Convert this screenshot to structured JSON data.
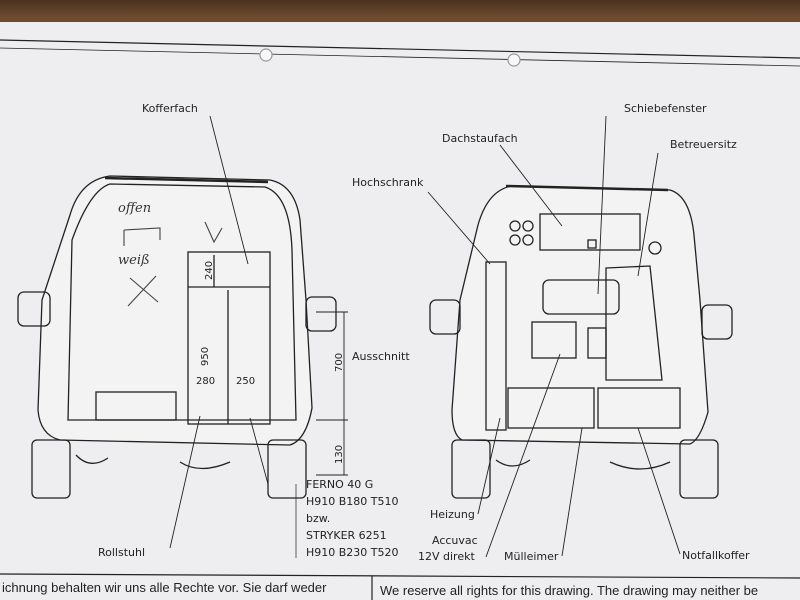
{
  "labels": {
    "kofferfach": "Kofferfach",
    "hochschrank": "Hochschrank",
    "dachstaufach": "Dachstaufach",
    "schiebefenster": "Schiebefenster",
    "betreuersitz": "Betreuersitz",
    "ausschnitt": "Ausschnitt",
    "rollstuhl": "Rollstuhl",
    "heizung": "Heizung",
    "accuvac_1": "Accuvac",
    "accuvac_2": "12V direkt",
    "muelleimer": "Mülleimer",
    "notfallkoffer": "Notfallkoffer"
  },
  "dimensions": {
    "d240": "240",
    "d950": "950",
    "d280": "280",
    "d250": "250",
    "d700": "700",
    "d130": "130"
  },
  "stretcher_spec": [
    "FERNO 40 G",
    "H910 B180 T510",
    "bzw.",
    "STRYKER 6251",
    "H910 B230 T520"
  ],
  "handwriting": {
    "word1": "offen",
    "word2": "weiß"
  },
  "footer": {
    "left": "ichnung behalten wir uns alle Rechte vor. Sie darf weder",
    "right": "We reserve all rights for this drawing. The drawing may neither be"
  },
  "colors": {
    "paper": "#eeeef0",
    "ink": "#222222",
    "wood": "#6b4a2e"
  }
}
